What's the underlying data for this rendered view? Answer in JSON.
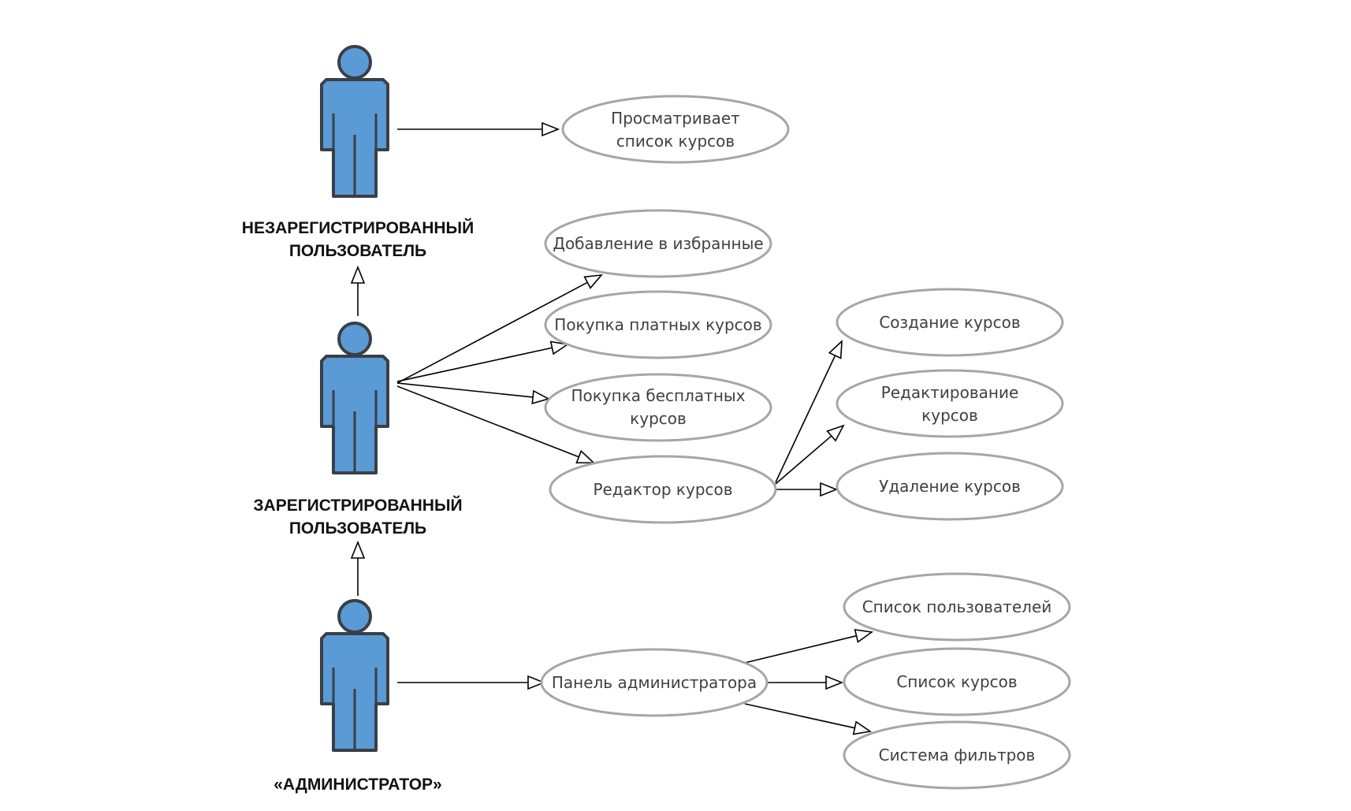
{
  "actors": {
    "unregistered": {
      "line1": "НЕЗАРЕГИСТРИРОВАННЫЙ",
      "line2": "ПОЛЬЗОВАТЕЛЬ"
    },
    "registered": {
      "line1": "ЗАРЕГИСТРИРОВАННЫЙ",
      "line2": "ПОЛЬЗОВАТЕЛЬ"
    },
    "admin": {
      "line1": "«АДМИНИСТРАТОР»"
    }
  },
  "use_cases": {
    "view_list": {
      "line1": "Просматривает",
      "line2": "список курсов"
    },
    "add_favorites": {
      "line1": "Добавление в избранные"
    },
    "buy_paid": {
      "line1": "Покупка платных курсов"
    },
    "buy_free": {
      "line1": "Покупка бесплатных",
      "line2": "курсов"
    },
    "course_editor": {
      "line1": "Редактор курсов"
    },
    "create_courses": {
      "line1": "Создание курсов"
    },
    "edit_courses": {
      "line1": "Редактирование",
      "line2": "курсов"
    },
    "delete_courses": {
      "line1": "Удаление курсов"
    },
    "admin_panel": {
      "line1": "Панель администратора"
    },
    "user_list": {
      "line1": "Список пользователей"
    },
    "course_list": {
      "line1": "Список курсов"
    },
    "filter_system": {
      "line1": "Система фильтров"
    }
  },
  "colors": {
    "actor_fill": "#5b9bd5",
    "actor_stroke": "#3a3f47",
    "use_case_stroke": "#a6a6a6",
    "use_case_text": "#404040",
    "line": "#000000"
  }
}
